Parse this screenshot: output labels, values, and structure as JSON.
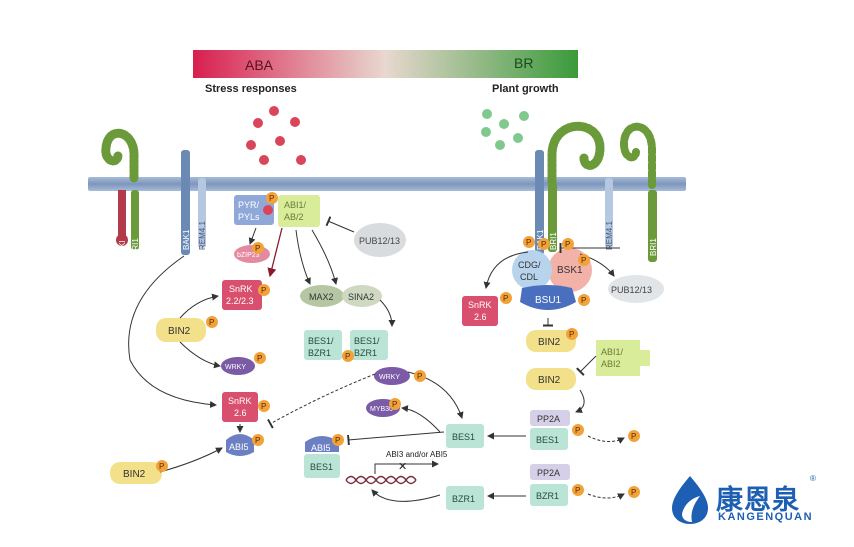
{
  "gradient": {
    "left_label": "ABA",
    "right_label": "BR",
    "left_caption": "Stress responses",
    "right_caption": "Plant growth",
    "left_color": "#d81f4f",
    "right_color": "#3a9a3a"
  },
  "phospho_mark": "P",
  "receptors_left": {
    "ik1": "IKI",
    "bri1": "BRI1",
    "bak1": "BAK1",
    "rem41": "REM4.1"
  },
  "receptors_right": {
    "bak1": "BAK1",
    "bri1": "BRI1",
    "rem41": "REM4.1",
    "bri1_far": "BRI1"
  },
  "aba_side": {
    "pyr": "PYR/\nPYLs",
    "abi12": "ABI1/\nAB/2",
    "pub": "PUB12/13",
    "bzip": "bZIP23",
    "snrk22": "SnRK\n2.2/2.3",
    "max2": "MAX2",
    "sina2": "SINA2",
    "bes1_bzr1_a": "BES1/\nBZR1",
    "bes1_bzr1_b": "BES1/\nBZR1",
    "bin2_mid": "BIN2",
    "wrky_small": "WRKY",
    "snrk26": "SnRK\n2.6",
    "abi5": "ABI5",
    "bin2_low": "BIN2",
    "wrky_center": "WRKY",
    "myb": "MYB30",
    "abi5_center": "ABI5",
    "bes1_center": "BES1",
    "abi3_label": "ABI3 and/or ABI5"
  },
  "br_side": {
    "cdg": "CDG/\nCDL",
    "bsk1": "BSK1",
    "bsu1": "BSU1",
    "snrk26": "SnRK\n2.6",
    "pub": "PUB12/13",
    "bin2_a": "BIN2",
    "bin2_b": "BIN2",
    "abi12": "ABI1/\nABI2",
    "pp2a_a": "PP2A",
    "bes1_pp": "BES1",
    "pp2a_b": "PP2A",
    "bzr1_pp": "BZR1",
    "bes1_free": "BES1",
    "bzr1_free": "BZR1"
  },
  "logo": {
    "cn": "康恩泉",
    "en": "KANGENQUAN",
    "reg": "®"
  },
  "colors": {
    "membrane": "#8ea6c6",
    "bri1_green": "#6b9a3a",
    "ik1_red": "#b33a4a",
    "bak1_blue": "#6a8ab4",
    "pyr_blue": "#8fa8d8",
    "abi_green": "#d9ec9a",
    "snrk_pink": "#d94f6e",
    "bin2_yellow": "#f3e08a",
    "wrky_purple": "#7b5aa6",
    "bes1_teal": "#b9e4d6",
    "pp2a_lav": "#d6cfe8",
    "phospho": "#f2a23a",
    "gray": "#cfd3d6",
    "logo_blue": "#1d5fb3"
  }
}
